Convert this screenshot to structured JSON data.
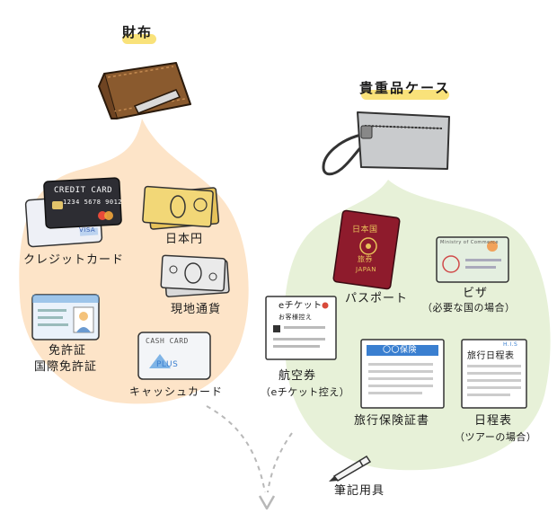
{
  "colors": {
    "wallet_area": "#fde4c8",
    "case_area": "#e7f1d8",
    "title_highlight": "#f9e27a",
    "wallet_leather": "#8a5a2e",
    "card_dark": "#2d2d33",
    "passport": "#8e1b2c",
    "insurance_header": "#3a7fd0"
  },
  "wallet": {
    "title": "財布",
    "items": {
      "credit_card": "クレジットカード",
      "credit_card_text": "CREDIT CARD",
      "credit_card_number": "1234 5678 9012",
      "credit_card_brand": "VISA",
      "yen": "日本円",
      "local_currency": "現地通貨",
      "license_1": "免許証",
      "license_2": "国際免許証",
      "cash_card": "キャッシュカード",
      "cash_card_text": "CASH CARD",
      "cash_card_brand": "PLUS"
    }
  },
  "case": {
    "title": "貴重品ケース",
    "items": {
      "passport": "パスポート",
      "passport_text_1": "日本国",
      "passport_text_2": "旅券",
      "passport_text_3": "JAPAN",
      "visa": "ビザ",
      "visa_note": "（必要な国の場合）",
      "visa_doc_text": "Ministry of Commerce",
      "eticket": "航空券",
      "eticket_note": "（eチケット控え）",
      "eticket_doc_title": "eチケット",
      "eticket_doc_sub": "お客様控え",
      "insurance": "旅行保険証書",
      "insurance_doc_title": "〇〇保険",
      "itinerary": "日程表",
      "itinerary_note": "（ツアーの場合）",
      "itinerary_doc_title": "旅行日程表",
      "itinerary_doc_badge": "H.I.S",
      "writing_tools": "筆記用具"
    }
  }
}
